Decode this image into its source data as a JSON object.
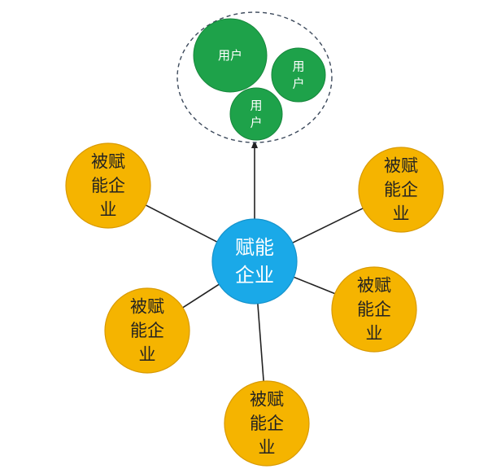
{
  "colors": {
    "center_fill": "#1aa9e8",
    "center_text": "#ffffff",
    "partner_fill": "#f5b400",
    "partner_stroke": "#d99a00",
    "partner_text": "#222222",
    "user_fill": "#1ea24a",
    "user_stroke": "#17873c",
    "user_text": "#ffffff",
    "connector": "#222222",
    "group_border": "#3d4a5c"
  },
  "center": {
    "lines": [
      "赋能",
      "企业"
    ]
  },
  "user_group": {
    "users": [
      {
        "lines": [
          "用户"
        ]
      },
      {
        "lines": [
          "用",
          "户"
        ]
      },
      {
        "lines": [
          "用",
          "户"
        ]
      }
    ]
  },
  "partners": [
    {
      "lines": [
        "被赋",
        "能企",
        "业"
      ]
    },
    {
      "lines": [
        "被赋",
        "能企",
        "业"
      ]
    },
    {
      "lines": [
        "被赋",
        "能企",
        "业"
      ]
    },
    {
      "lines": [
        "被赋",
        "能企",
        "业"
      ]
    },
    {
      "lines": [
        "被赋",
        "能企",
        "业"
      ]
    }
  ]
}
